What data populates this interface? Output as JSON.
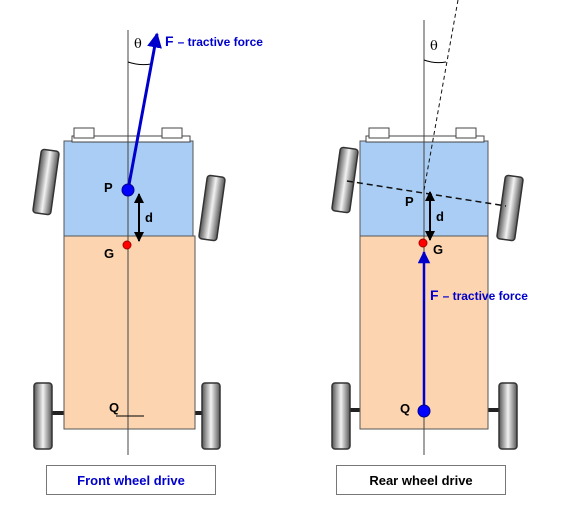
{
  "left": {
    "force_label": "F",
    "force_text": "– tractive force",
    "theta": "θ",
    "point_p": "P",
    "point_g": "G",
    "point_q": "Q",
    "distance": "d",
    "caption": "Front wheel drive"
  },
  "right": {
    "force_label": "F",
    "force_text": "– tractive force",
    "theta": "θ",
    "point_p": "P",
    "point_g": "G",
    "point_q": "Q",
    "distance": "d",
    "caption": "Rear wheel drive"
  },
  "colors": {
    "front_body": "#a9cdf5",
    "rear_body": "#fcd5b0",
    "force": "#0000cc",
    "point_g": "#ff0000",
    "point_pq": "#0000ff"
  }
}
